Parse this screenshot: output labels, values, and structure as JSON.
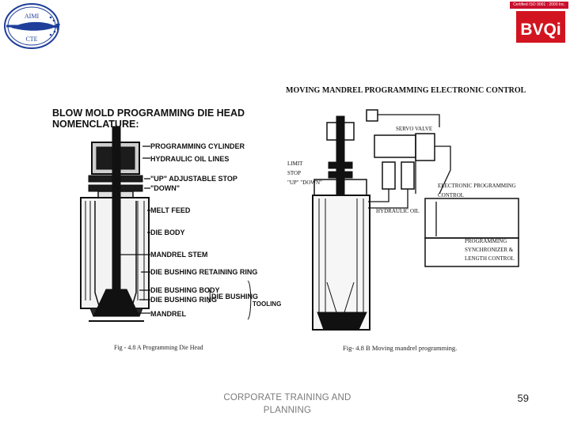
{
  "header": {
    "cert_text": "Certified ISO 9001 : 2000 Inc.",
    "brand_text": "BVQi",
    "left_logo_top": "AIMI",
    "left_logo_bottom": "CTE"
  },
  "left_figure": {
    "title_line1": "BLOW MOLD PROGRAMMING DIE HEAD",
    "title_line2": "NOMENCLATURE:",
    "labels": [
      "PROGRAMMING CYLINDER",
      "HYDRAULIC OIL LINES",
      "\"UP\" ADJUSTABLE STOP",
      "\"DOWN\"",
      "MELT FEED",
      "DIE BODY",
      "MANDREL STEM",
      "DIE BUSHING RETAINING RING",
      "DIE BUSHING BODY",
      "DIE BUSHING RING",
      "MANDREL"
    ],
    "bracket_label": "DIE BUSHING",
    "tooling_label": "TOOLING",
    "caption": "Fig - 4.8 A Programming Die Head"
  },
  "right_figure": {
    "title": "MOVING MANDREL PROGRAMMING ELECTRONIC CONTROL",
    "servo_valve": "SERVO VALVE",
    "limit_stop_lines": [
      "LIMIT",
      "STOP",
      "\"UP\" \"DOWN\""
    ],
    "electronic_control_lines": [
      "ELECTRONIC PROGRAMMING",
      "CONTROL"
    ],
    "hydraulic_oil": "HYDRAULIC OIL",
    "synchronizer_lines": [
      "PROGRAMMING",
      "SYNCHRONIZER &",
      "LENGTH CONTROL"
    ],
    "caption": "Fig- 4.8 B    Moving mandrel programming."
  },
  "footer": {
    "line1": "CORPORATE TRAINING AND",
    "line2": "PLANNING",
    "page_number": "59"
  }
}
